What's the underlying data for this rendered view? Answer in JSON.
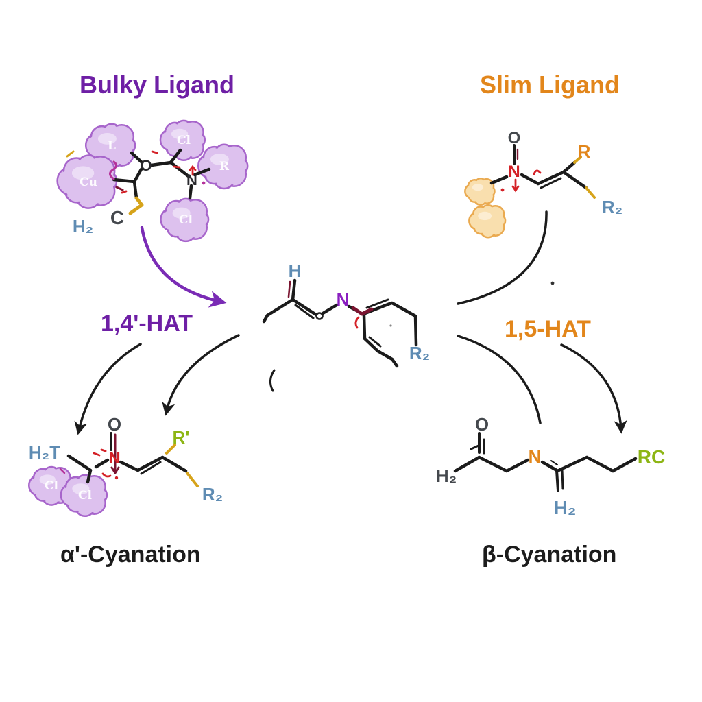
{
  "titles": {
    "bulky_ligand": "Bulky Ligand",
    "slim_ligand": "Slim Ligand"
  },
  "pathways": {
    "left_hat": "1,4'-HAT",
    "right_hat": "1,5-HAT"
  },
  "products": {
    "left": "α'-Cyanation",
    "right": "β-Cyanation"
  },
  "molecules": {
    "bulky_ligand": {
      "cloud_labels": [
        "L",
        "Cu",
        "Cl",
        "R",
        "Cl"
      ],
      "atoms": {
        "o": "O",
        "n": "N",
        "c": "C",
        "h2": "H₂"
      }
    },
    "slim_ligand": {
      "atoms": {
        "o": "O",
        "n": "N",
        "r": "R",
        "r2": "R₂"
      }
    },
    "substrate": {
      "atoms": {
        "h": "H",
        "n": "N",
        "r2": "R₂"
      }
    },
    "alpha_product": {
      "cloud_labels": [
        "Cl",
        "Cl"
      ],
      "atoms": {
        "h2t": "H₂T",
        "o": "O",
        "n": "N",
        "rprime": "R'",
        "r2": "R₂"
      }
    },
    "beta_product": {
      "atoms": {
        "h2_left": "H₂",
        "o": "O",
        "n": "N",
        "h2_bottom": "H₂",
        "rc": "RC"
      }
    }
  },
  "colors": {
    "purple": "#6e1fa5",
    "arrow_purple": "#7a2bb5",
    "orange": "#e2861b",
    "steel_blue": "#5f8cb3",
    "green": "#8db514",
    "red": "#d42127",
    "maroon": "#7a1430",
    "magenta": "#b5339a",
    "atom_gray": "#44484d",
    "bond_black": "#1b1b1b",
    "gold": "#d6a31a",
    "cloud_purple_fill": "#ddc1ee",
    "cloud_purple_stroke": "#a765cb",
    "cloud_orange_fill": "#f9dfae",
    "cloud_orange_stroke": "#eaaa50",
    "text_black": "#1c1c1c"
  }
}
